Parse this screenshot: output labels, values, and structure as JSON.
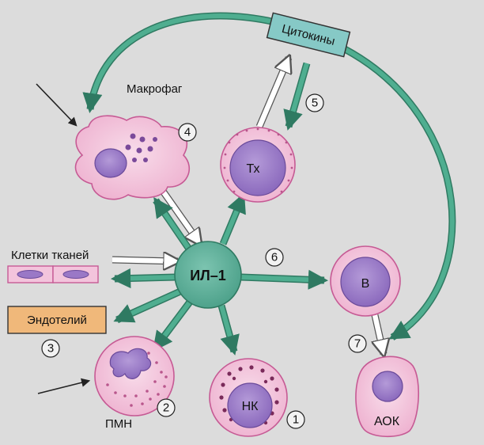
{
  "labels": {
    "cytokines": "Цитокины",
    "macrophage": "Макрофаг",
    "tissue_cells": "Клетки тканей",
    "endothelium": "Эндотелий",
    "il1": "ИЛ–1",
    "th": "Тх",
    "b": "В",
    "nk": "НК",
    "pmn": "ПМН",
    "aok": "АОК"
  },
  "numbers": {
    "n1": "1",
    "n2": "2",
    "n3": "3",
    "n4": "4",
    "n5": "5",
    "n6": "6",
    "n7": "7"
  },
  "colors": {
    "arrow_green": "#3f9a7e",
    "arrow_green_dark": "#2f7a62",
    "il1_fill": "#58b09a",
    "cell_pink": "#f3c4dc",
    "cell_pink_edge": "#c65a94",
    "nucleus_purple": "#9a78c6",
    "nucleus_edge": "#6a4a9a",
    "cytokine_box": "#86c9c6",
    "endothelium_box": "#f0b87a",
    "background": "#dcdcdc"
  }
}
